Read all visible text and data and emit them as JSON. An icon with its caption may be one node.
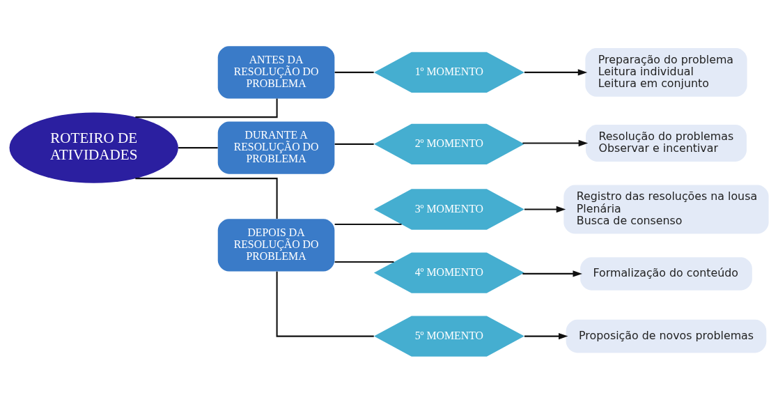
{
  "diagram": {
    "nodes": [
      {
        "text": [
          "ROTEIRO DE ATIVIDADES"
        ]
      },
      {
        "text": [
          "ANTES DA RESOLUÇÃO DO PROBLEMA"
        ]
      },
      {
        "text": [
          "DURANTE A RESOLUÇÃO DO PROBLEMA"
        ]
      },
      {
        "text": [
          "DEPOIS DA RESOLUÇÃO DO PROBLEMA"
        ]
      },
      {
        "text": [
          "1º MOMENTO"
        ]
      },
      {
        "text": [
          "2º MOMENTO"
        ]
      },
      {
        "text": [
          "3º MOMENTO"
        ]
      },
      {
        "text": [
          "4º MOMENTO"
        ]
      },
      {
        "text": [
          "5º MOMENTO"
        ]
      },
      {
        "text": [
          "Preparação do problema",
          "Leitura individual",
          "Leitura em conjunto"
        ]
      },
      {
        "text": [
          "Resolução do problemas",
          "Observar e incentivar"
        ]
      },
      {
        "text": [
          "Registro das resoluções na lousa",
          "Plenária",
          "Busca de consenso"
        ]
      },
      {
        "text": [
          "Formalização do conteúdo"
        ]
      },
      {
        "text": [
          "Proposição de novos problemas"
        ]
      }
    ],
    "edges": [
      {
        "from": 0,
        "to": 1,
        "arrow": "none"
      },
      {
        "from": 0,
        "to": 2,
        "arrow": "none"
      },
      {
        "from": 0,
        "to": 3,
        "arrow": "none"
      },
      {
        "from": 1,
        "to": 4,
        "arrow": "none"
      },
      {
        "from": 2,
        "to": 5,
        "arrow": "none"
      },
      {
        "from": 3,
        "to": 6,
        "arrow": "none"
      },
      {
        "from": 3,
        "to": 7,
        "arrow": "none"
      },
      {
        "from": 3,
        "to": 8,
        "arrow": "none"
      },
      {
        "from": 4,
        "to": 9,
        "arrow": "to"
      },
      {
        "from": 5,
        "to": 10,
        "arrow": "to"
      },
      {
        "from": 6,
        "to": 11,
        "arrow": "to"
      },
      {
        "from": 7,
        "to": 12,
        "arrow": "to"
      },
      {
        "from": 8,
        "to": 13,
        "arrow": "to"
      }
    ]
  }
}
